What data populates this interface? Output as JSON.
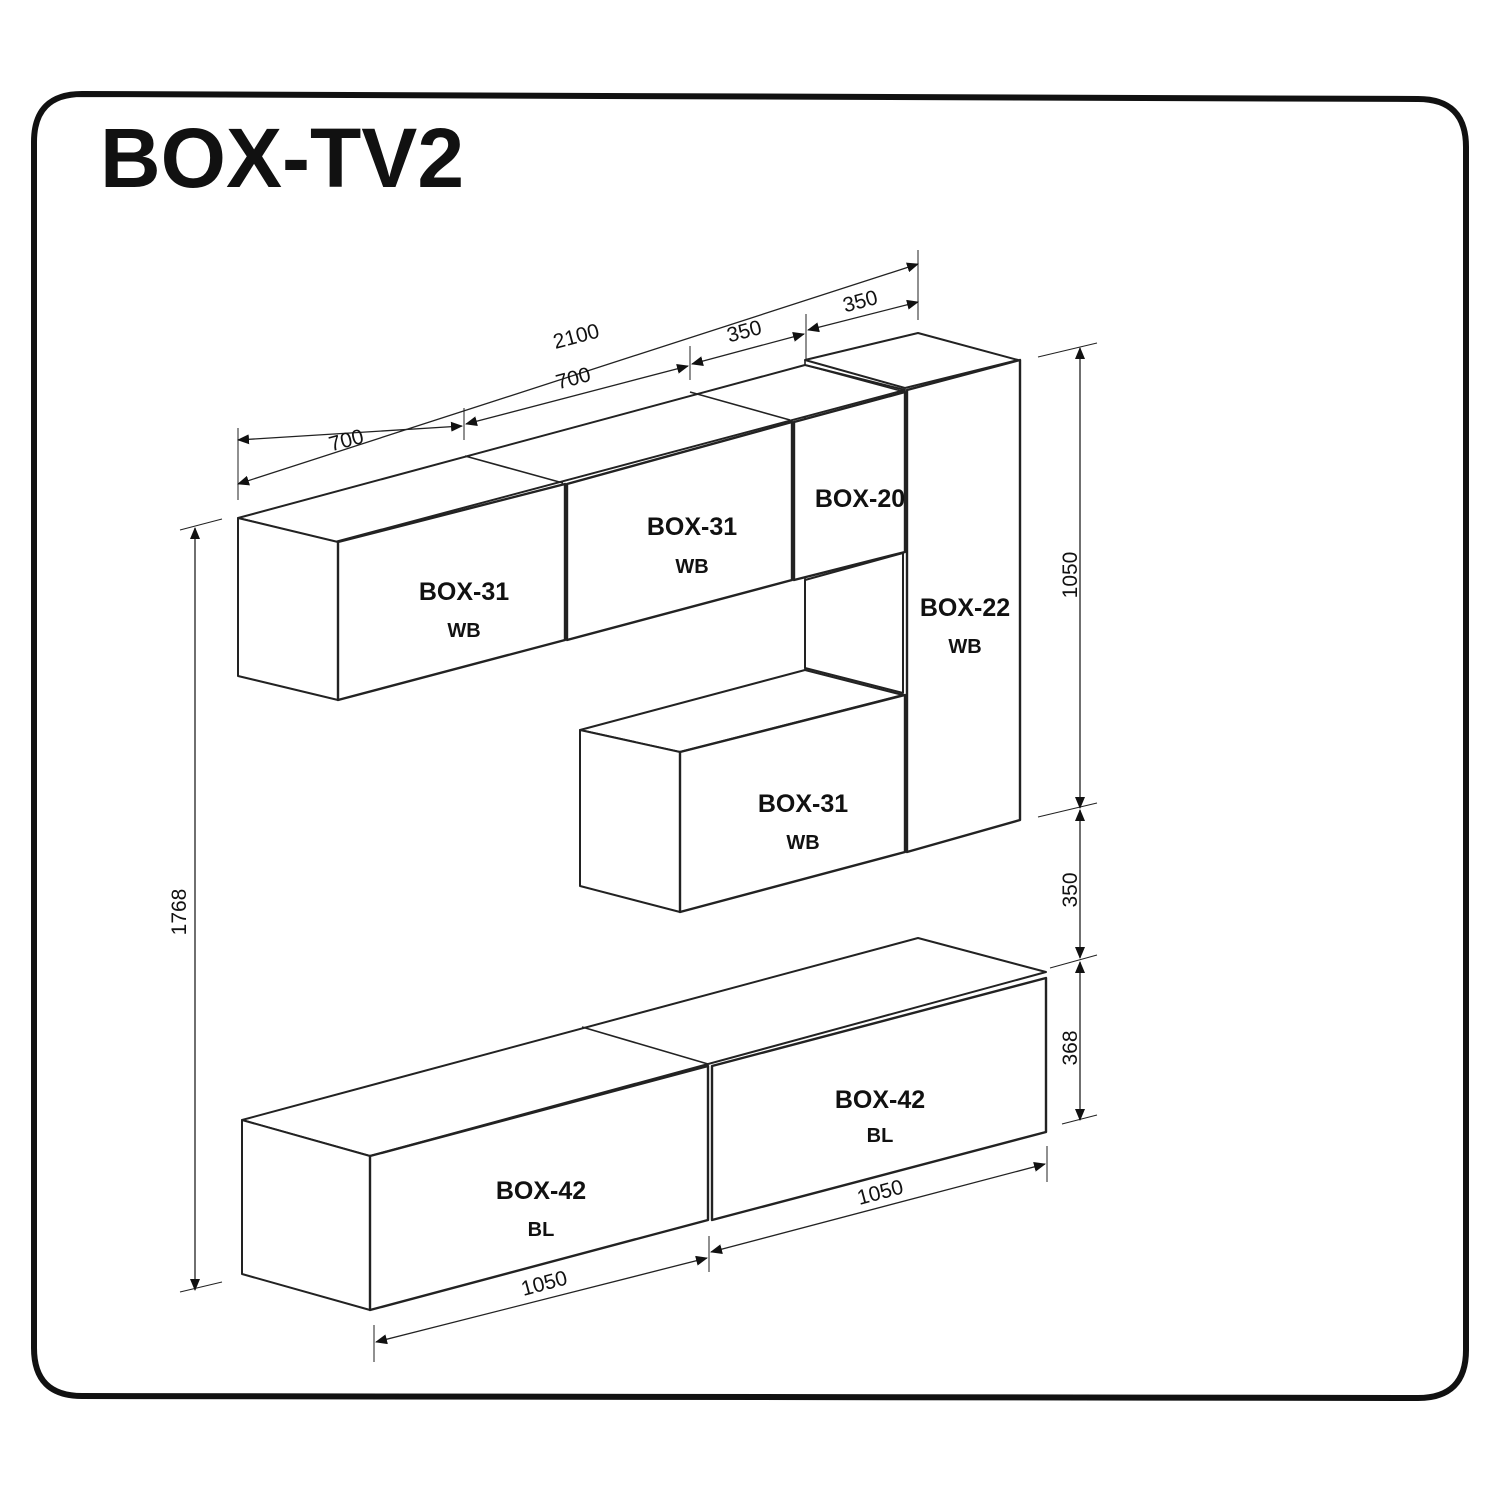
{
  "title": "BOX-TV2",
  "modules": {
    "top_left": {
      "code": "BOX-31",
      "finish": "WB"
    },
    "top_middle": {
      "code": "BOX-31",
      "finish": "WB"
    },
    "top_small": {
      "code": "BOX-20"
    },
    "tall": {
      "code": "BOX-22",
      "finish": "WB"
    },
    "middle": {
      "code": "BOX-31",
      "finish": "WB"
    },
    "bottom_left": {
      "code": "BOX-42",
      "finish": "BL"
    },
    "bottom_right": {
      "code": "BOX-42",
      "finish": "BL"
    }
  },
  "dimensions": {
    "top_total": "2100",
    "top_seg_1": "700",
    "top_seg_2": "700",
    "top_seg_3": "350",
    "top_seg_4": "350",
    "right_upper": "1050",
    "right_gap": "350",
    "right_lower": "368",
    "left_total": "1768",
    "bottom_left_width": "1050",
    "bottom_right_width": "1050"
  }
}
